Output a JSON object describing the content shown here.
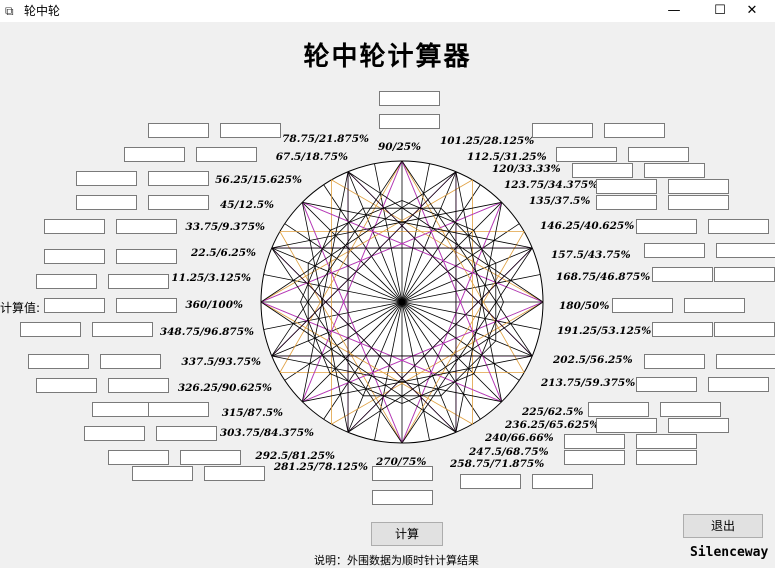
{
  "window": {
    "title": "轮中轮",
    "minimize": "—",
    "maximize": "☐",
    "close": "✕"
  },
  "app_title": "轮中轮计算器",
  "input_label": "计算值:",
  "angle_labels": [
    "90/25%",
    "101.25/28.125%",
    "112.5/31.25%",
    "120/33.33%",
    "123.75/34.375%",
    "135/37.5%",
    "146.25/40.625%",
    "157.5/43.75%",
    "168.75/46.875%",
    "180/50%",
    "191.25/53.125%",
    "202.5/56.25%",
    "213.75/59.375%",
    "225/62.5%",
    "236.25/65.625%",
    "240/66.66%",
    "247.5/68.75%",
    "258.75/71.875%",
    "270/75%",
    "281.25/78.125%",
    "292.5/81.25%",
    "303.75/84.375%",
    "315/87.5%",
    "326.25/90.625%",
    "337.5/93.75%",
    "348.75/96.875%",
    "360/100%",
    "11.25/3.125%",
    "22.5/6.25%",
    "33.75/9.375%",
    "45/12.5%",
    "56.25/15.625%",
    "67.5/18.75%",
    "78.75/21.875%"
  ],
  "buttons": {
    "calculate": "计算",
    "exit": "退出"
  },
  "note": "说明：外围数据为顺时针计算结果",
  "signature": "Silenceway",
  "colors": {
    "accent_magenta": "#d020d0",
    "accent_green": "#20b020",
    "accent_orange": "#e0a040"
  }
}
